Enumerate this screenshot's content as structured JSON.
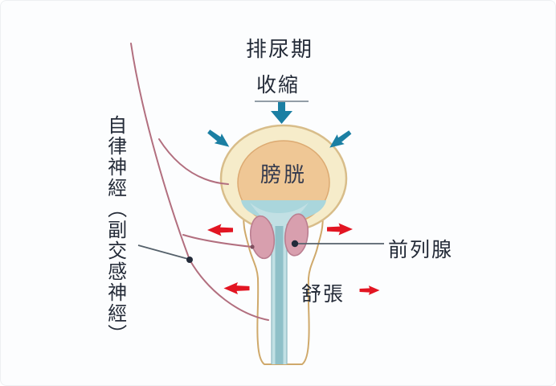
{
  "diagram": {
    "phase_title": "排尿期",
    "annotations": {
      "contraction": "收縮",
      "relaxation": "舒張",
      "nerve": "自律神經（副交感神經）"
    },
    "organs": {
      "bladder": "膀胱",
      "prostate": "前列腺"
    }
  },
  "colors": {
    "teal_arrow": "#1b7fa3",
    "red_arrow": "#e21522",
    "body_cream": "#f4e7bd",
    "bladder_outer": "#f6ecca",
    "bladder_inner": "#efc795",
    "urine_blue": "#aad6dc",
    "channel_blue": "#c2e0e4",
    "channel_mid": "#8fc0c8",
    "prostate_pink": "#d89fae",
    "nerve_line": "#b26f7f",
    "pointer_dot": "#232b3a",
    "text": "#242b38"
  }
}
